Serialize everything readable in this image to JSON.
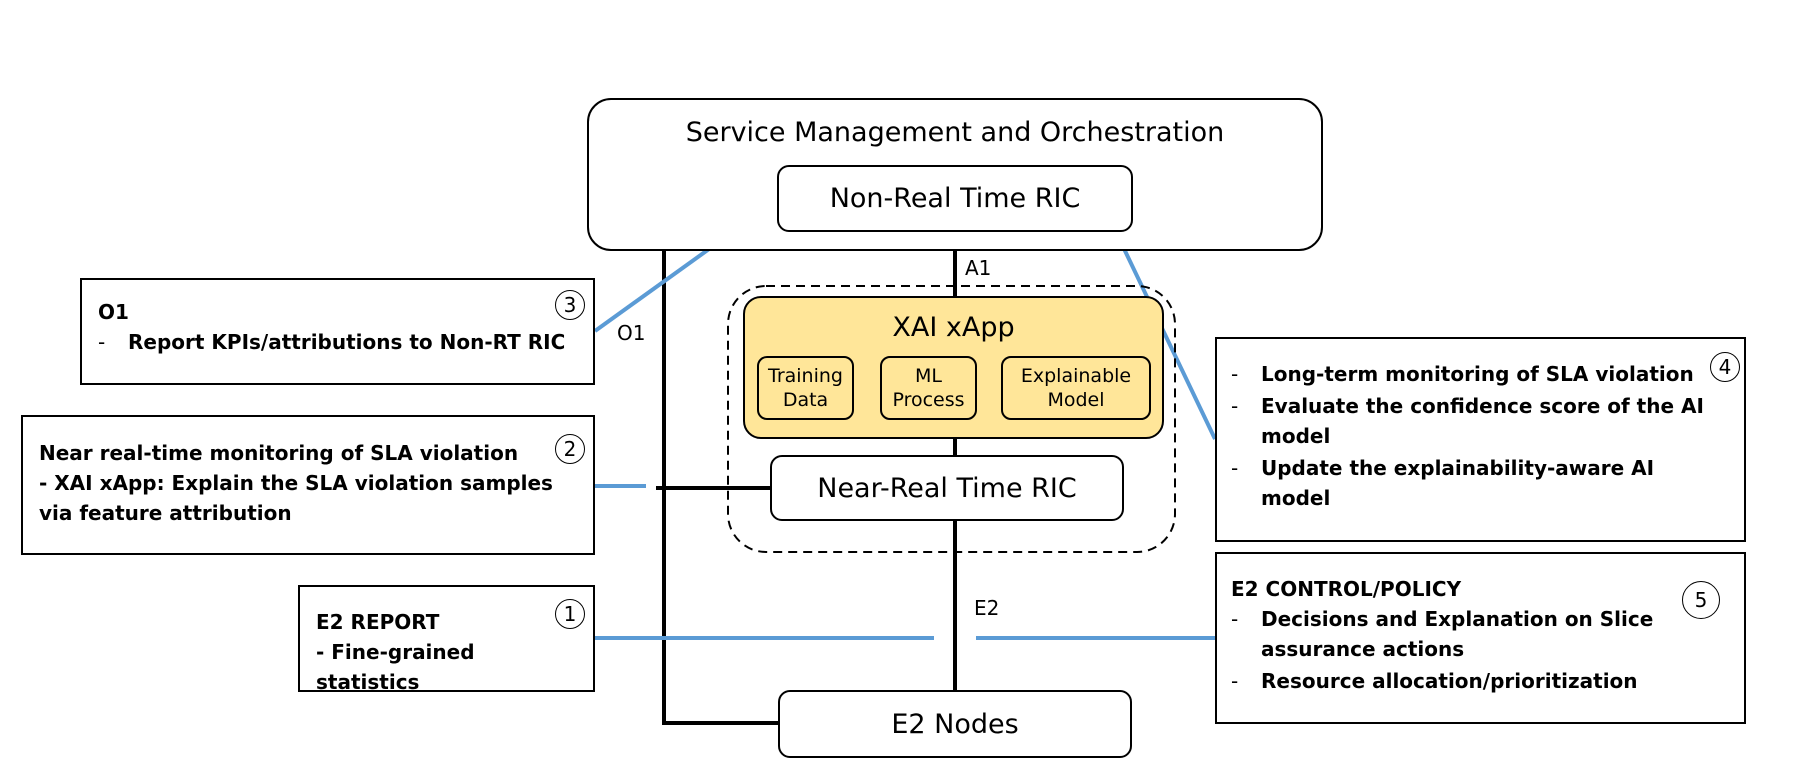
{
  "smo": {
    "title": "Service Management and Orchestration"
  },
  "non_rt_ric": {
    "label": "Non-Real Time RIC"
  },
  "near_rt_ric": {
    "label": "Near-Real Time RIC"
  },
  "e2_nodes": {
    "label": "E2 Nodes"
  },
  "xai_xapp": {
    "title": "XAI xApp",
    "modules": [
      "Training Data",
      "ML Process",
      "Explainable Model"
    ]
  },
  "interfaces": {
    "a1": "A1",
    "o1": "O1",
    "e2": "E2"
  },
  "notes": {
    "o1": {
      "number": "3",
      "title": "O1",
      "items": [
        "Report KPIs/attributions to Non-RT RIC"
      ]
    },
    "near_rt": {
      "number": "2",
      "lines": [
        "Near real-time monitoring of SLA violation",
        "- XAI xApp: Explain the SLA violation samples via feature attribution"
      ]
    },
    "e2_report": {
      "number": "1",
      "lines": [
        "E2 REPORT",
        "- Fine-grained statistics"
      ]
    },
    "non_rt": {
      "number": "4",
      "items": [
        "Long-term monitoring of SLA violation",
        "Evaluate the confidence score of the AI model",
        "Update the explainability-aware AI model"
      ]
    },
    "e2_control": {
      "number": "5",
      "title": "E2 CONTROL/POLICY",
      "items": [
        "Decisions and Explanation on Slice assurance actions",
        "Resource allocation/prioritization"
      ]
    }
  },
  "colors": {
    "connector": "#5b9bd5",
    "xapp_fill": "#ffe699",
    "line": "#000000"
  }
}
